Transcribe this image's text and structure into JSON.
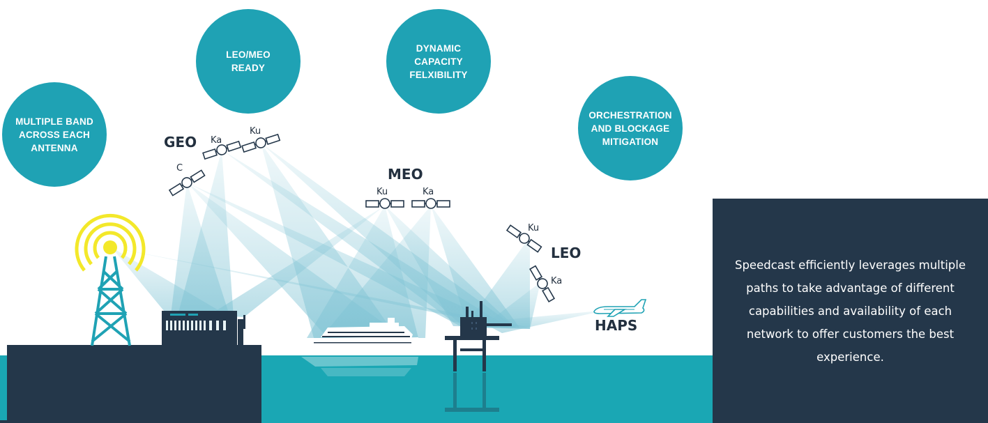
{
  "circles": {
    "multi_band": "MULTIPLE BAND\nACROSS EACH\nANTENNA",
    "leo_meo": "LEO/MEO\nREADY",
    "dynamic": "DYNAMIC\nCAPACITY\nFELXIBILITY",
    "orchestration": "ORCHESTRATION\nAND BLOCKAGE\nMITIGATION"
  },
  "networks": {
    "geo": "GEO",
    "meo": "MEO",
    "leo": "LEO",
    "haps": "HAPS"
  },
  "bands": {
    "geo_c": "C",
    "geo_ka": "Ka",
    "geo_ku": "Ku",
    "meo_ku": "Ku",
    "meo_ka": "Ka",
    "leo_ku": "Ku",
    "leo_ka": "Ka"
  },
  "info": {
    "text": "Speedcast efficiently leverages multiple paths to take advantage of different capabilities and availability of each network to offer customers the best experience."
  },
  "colors": {
    "teal": "#1fa2b4",
    "navy": "#24374a",
    "sea": "#1aa7b4",
    "beam": "#7fc3d4",
    "signal": "#f3e82a"
  }
}
